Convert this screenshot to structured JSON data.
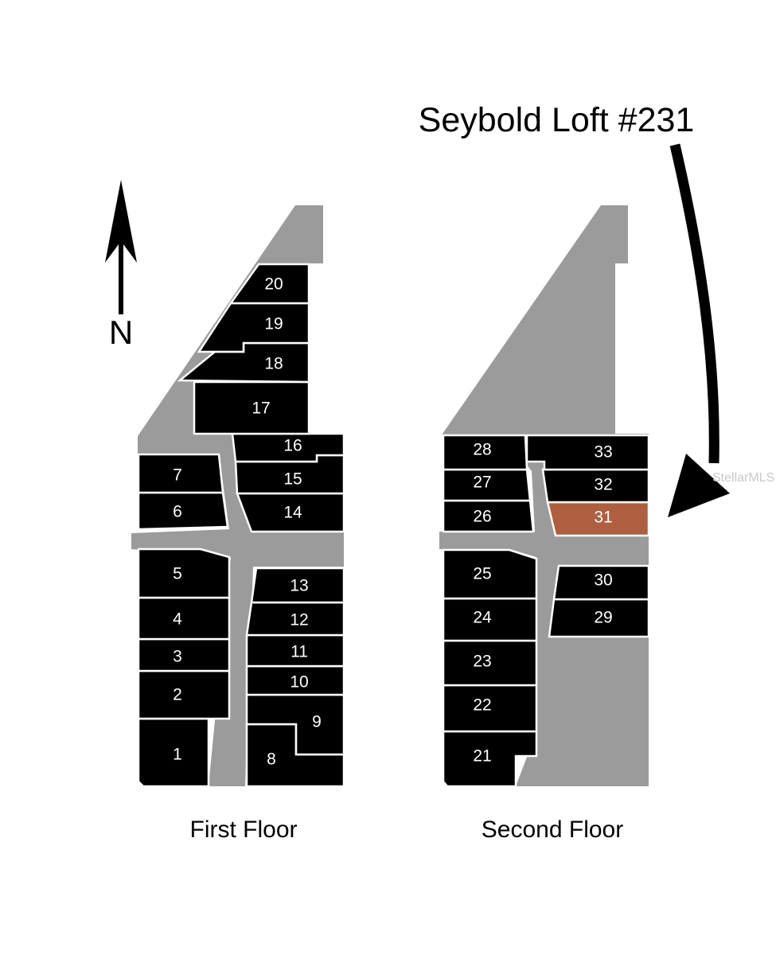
{
  "headline": "Seybold Loft #231",
  "north_label": "N",
  "watermark": "StellarMLS",
  "colors": {
    "unit": "#000000",
    "corridor": "#9b9b9b",
    "highlight": "#ad5f3f",
    "background": "#ffffff"
  },
  "first_floor": {
    "label": "First Floor",
    "units": [
      "1",
      "2",
      "3",
      "4",
      "5",
      "6",
      "7",
      "8",
      "9",
      "10",
      "11",
      "12",
      "13",
      "14",
      "15",
      "16",
      "17",
      "18",
      "19",
      "20"
    ]
  },
  "second_floor": {
    "label": "Second Floor",
    "units": [
      "21",
      "22",
      "23",
      "24",
      "25",
      "26",
      "27",
      "28",
      "29",
      "30",
      "31",
      "32",
      "33"
    ],
    "highlighted_unit": "31"
  }
}
